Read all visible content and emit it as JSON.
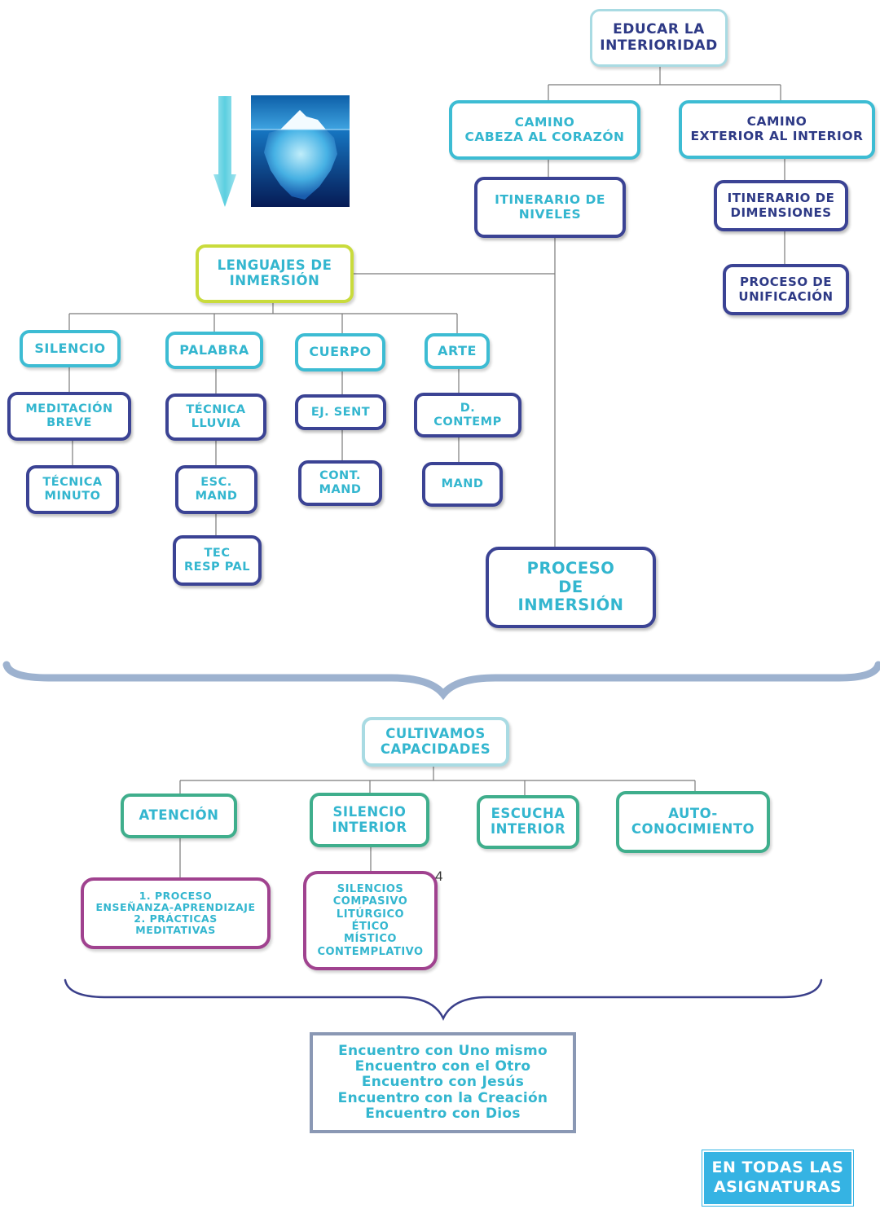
{
  "root": {
    "lines": [
      "EDUCAR LA",
      "INTERIORIDAD"
    ]
  },
  "path_head_heart": {
    "lines": [
      "CAMINO",
      "CABEZA AL CORAZÓN"
    ]
  },
  "path_outer_inner": {
    "lines": [
      "CAMINO",
      "EXTERIOR AL INTERIOR"
    ]
  },
  "itinerary_levels": {
    "lines": [
      "ITINERARIO DE",
      "NIVELES"
    ]
  },
  "itinerary_dimensions": {
    "lines": [
      "ITINERARIO DE",
      "DIMENSIONES"
    ]
  },
  "unification_process": {
    "lines": [
      "PROCESO DE",
      "UNIFICACIÓN"
    ]
  },
  "immersion_languages": {
    "lines": [
      "LENGUAJES DE",
      "INMERSIÓN"
    ]
  },
  "languages": [
    {
      "label": "SILENCIO",
      "children": [
        {
          "lines": [
            "MEDITACIÓN",
            "BREVE"
          ]
        },
        {
          "lines": [
            "TÉCNICA",
            "MINUTO"
          ]
        }
      ]
    },
    {
      "label": "PALABRA",
      "children": [
        {
          "lines": [
            "TÉCNICA",
            "LLUVIA"
          ]
        },
        {
          "lines": [
            "ESC.",
            "MAND"
          ]
        },
        {
          "lines": [
            "TEC",
            "RESP PAL"
          ]
        }
      ]
    },
    {
      "label": "CUERPO",
      "children": [
        {
          "lines": [
            "EJ. SENT"
          ]
        },
        {
          "lines": [
            "CONT.",
            "MAND"
          ]
        }
      ]
    },
    {
      "label": "ARTE",
      "children": [
        {
          "lines": [
            "D.",
            "CONTEMP"
          ]
        },
        {
          "lines": [
            "MAND"
          ]
        }
      ]
    }
  ],
  "immersion_process": {
    "lines": [
      "PROCESO",
      "DE",
      "INMERSIÓN"
    ]
  },
  "cultivate": {
    "lines": [
      "CULTIVAMOS",
      "CAPACIDADES"
    ]
  },
  "capacities": [
    {
      "lines": [
        "ATENCIÓN"
      ]
    },
    {
      "lines": [
        "SILENCIO",
        "INTERIOR"
      ]
    },
    {
      "lines": [
        "ESCUCHA",
        "INTERIOR"
      ]
    },
    {
      "lines": [
        "AUTO-",
        "CONOCIMIENTO"
      ]
    }
  ],
  "attention_detail": {
    "lines": [
      "1.   PROCESO",
      "ENSEÑANZA-APRENDIZAJE",
      "2.   PRÁCTICAS",
      "MEDITATIVAS"
    ]
  },
  "silence_detail": {
    "lines": [
      "SILENCIOS",
      "COMPASIVO",
      "LITÚRGICO",
      "ÉTICO",
      "MÍSTICO",
      "CONTEMPLATIVO"
    ]
  },
  "page_number": "4",
  "encounters": [
    "Encuentro con Uno mismo",
    "Encuentro con el Otro",
    "Encuentro con Jesús",
    "Encuentro con la Creación",
    "Encuentro con Dios"
  ],
  "footer_badge": {
    "lines": [
      "EN TODAS LAS",
      "ASIGNATURAS"
    ]
  },
  "colors": {
    "navy": "#3b4394",
    "cyan": "#3dbcd3",
    "text_cyan": "#33b6cf",
    "lime": "#c9db3c",
    "teal": "#3fae8c",
    "purple": "#a0428f",
    "badge_blue": "#35b3e3"
  }
}
